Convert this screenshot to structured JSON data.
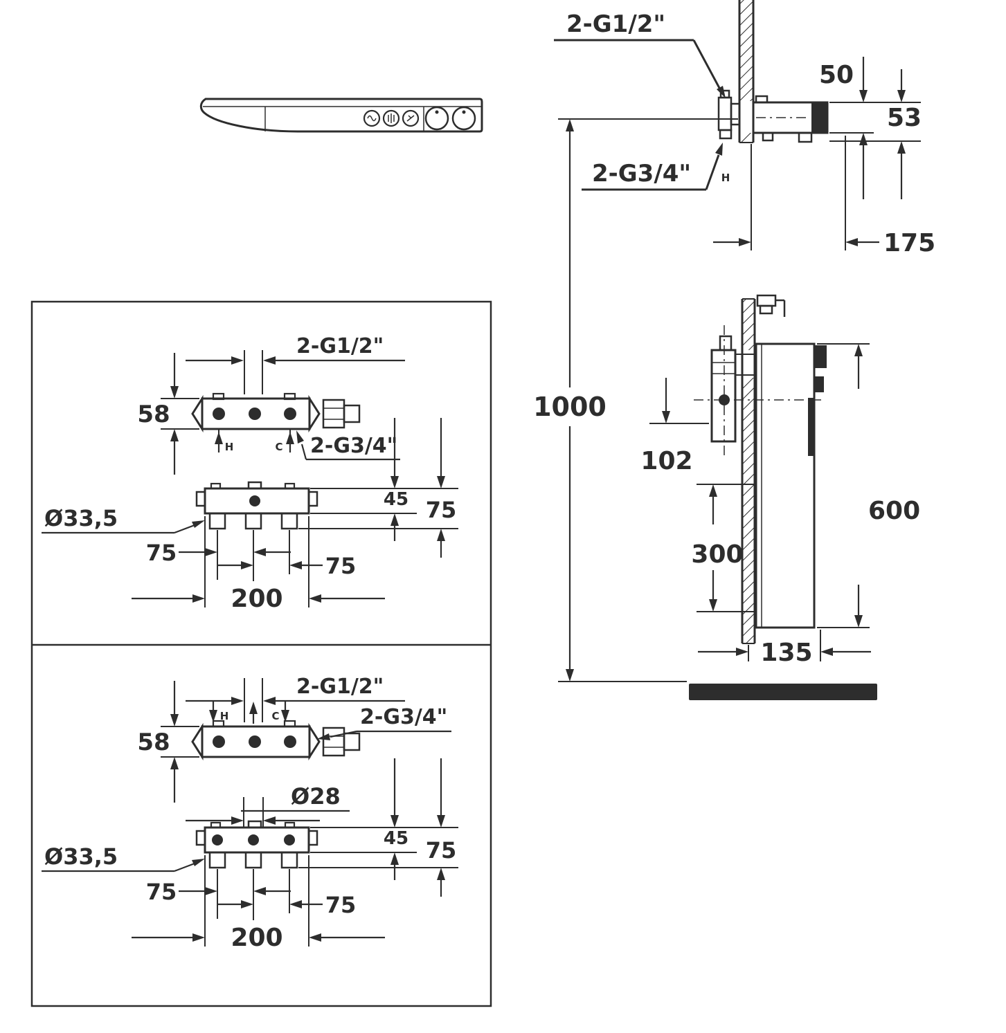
{
  "drawing": {
    "side_view": {
      "g12": "2-G1/2\"",
      "g34": "2-G3/4\"",
      "h": "H",
      "dim_50": "50",
      "dim_53": "53",
      "dim_175": "175",
      "dim_1000": "1000"
    },
    "front_view": {
      "dim_102": "102",
      "dim_300": "300",
      "dim_600": "600",
      "dim_135": "135"
    },
    "panel1": {
      "g12": "2-G1/2\"",
      "g34": "2-G3/4\"",
      "h": "H",
      "c": "C",
      "dim_58": "58",
      "dim_45": "45",
      "dim_75_right": "75",
      "dia_335": "Ø33,5",
      "dim_75_left": "75",
      "dim_75_mid": "75",
      "dim_200": "200"
    },
    "panel2": {
      "g12": "2-G1/2\"",
      "g34": "2-G3/4\"",
      "h": "H",
      "c": "C",
      "dim_58": "58",
      "dia_28": "Ø28",
      "dim_45": "45",
      "dim_75_right": "75",
      "dia_335": "Ø33,5",
      "dim_75_left": "75",
      "dim_75_mid": "75",
      "dim_200": "200"
    }
  },
  "colors": {
    "ink": "#2d2d2d",
    "background": "#ffffff"
  }
}
